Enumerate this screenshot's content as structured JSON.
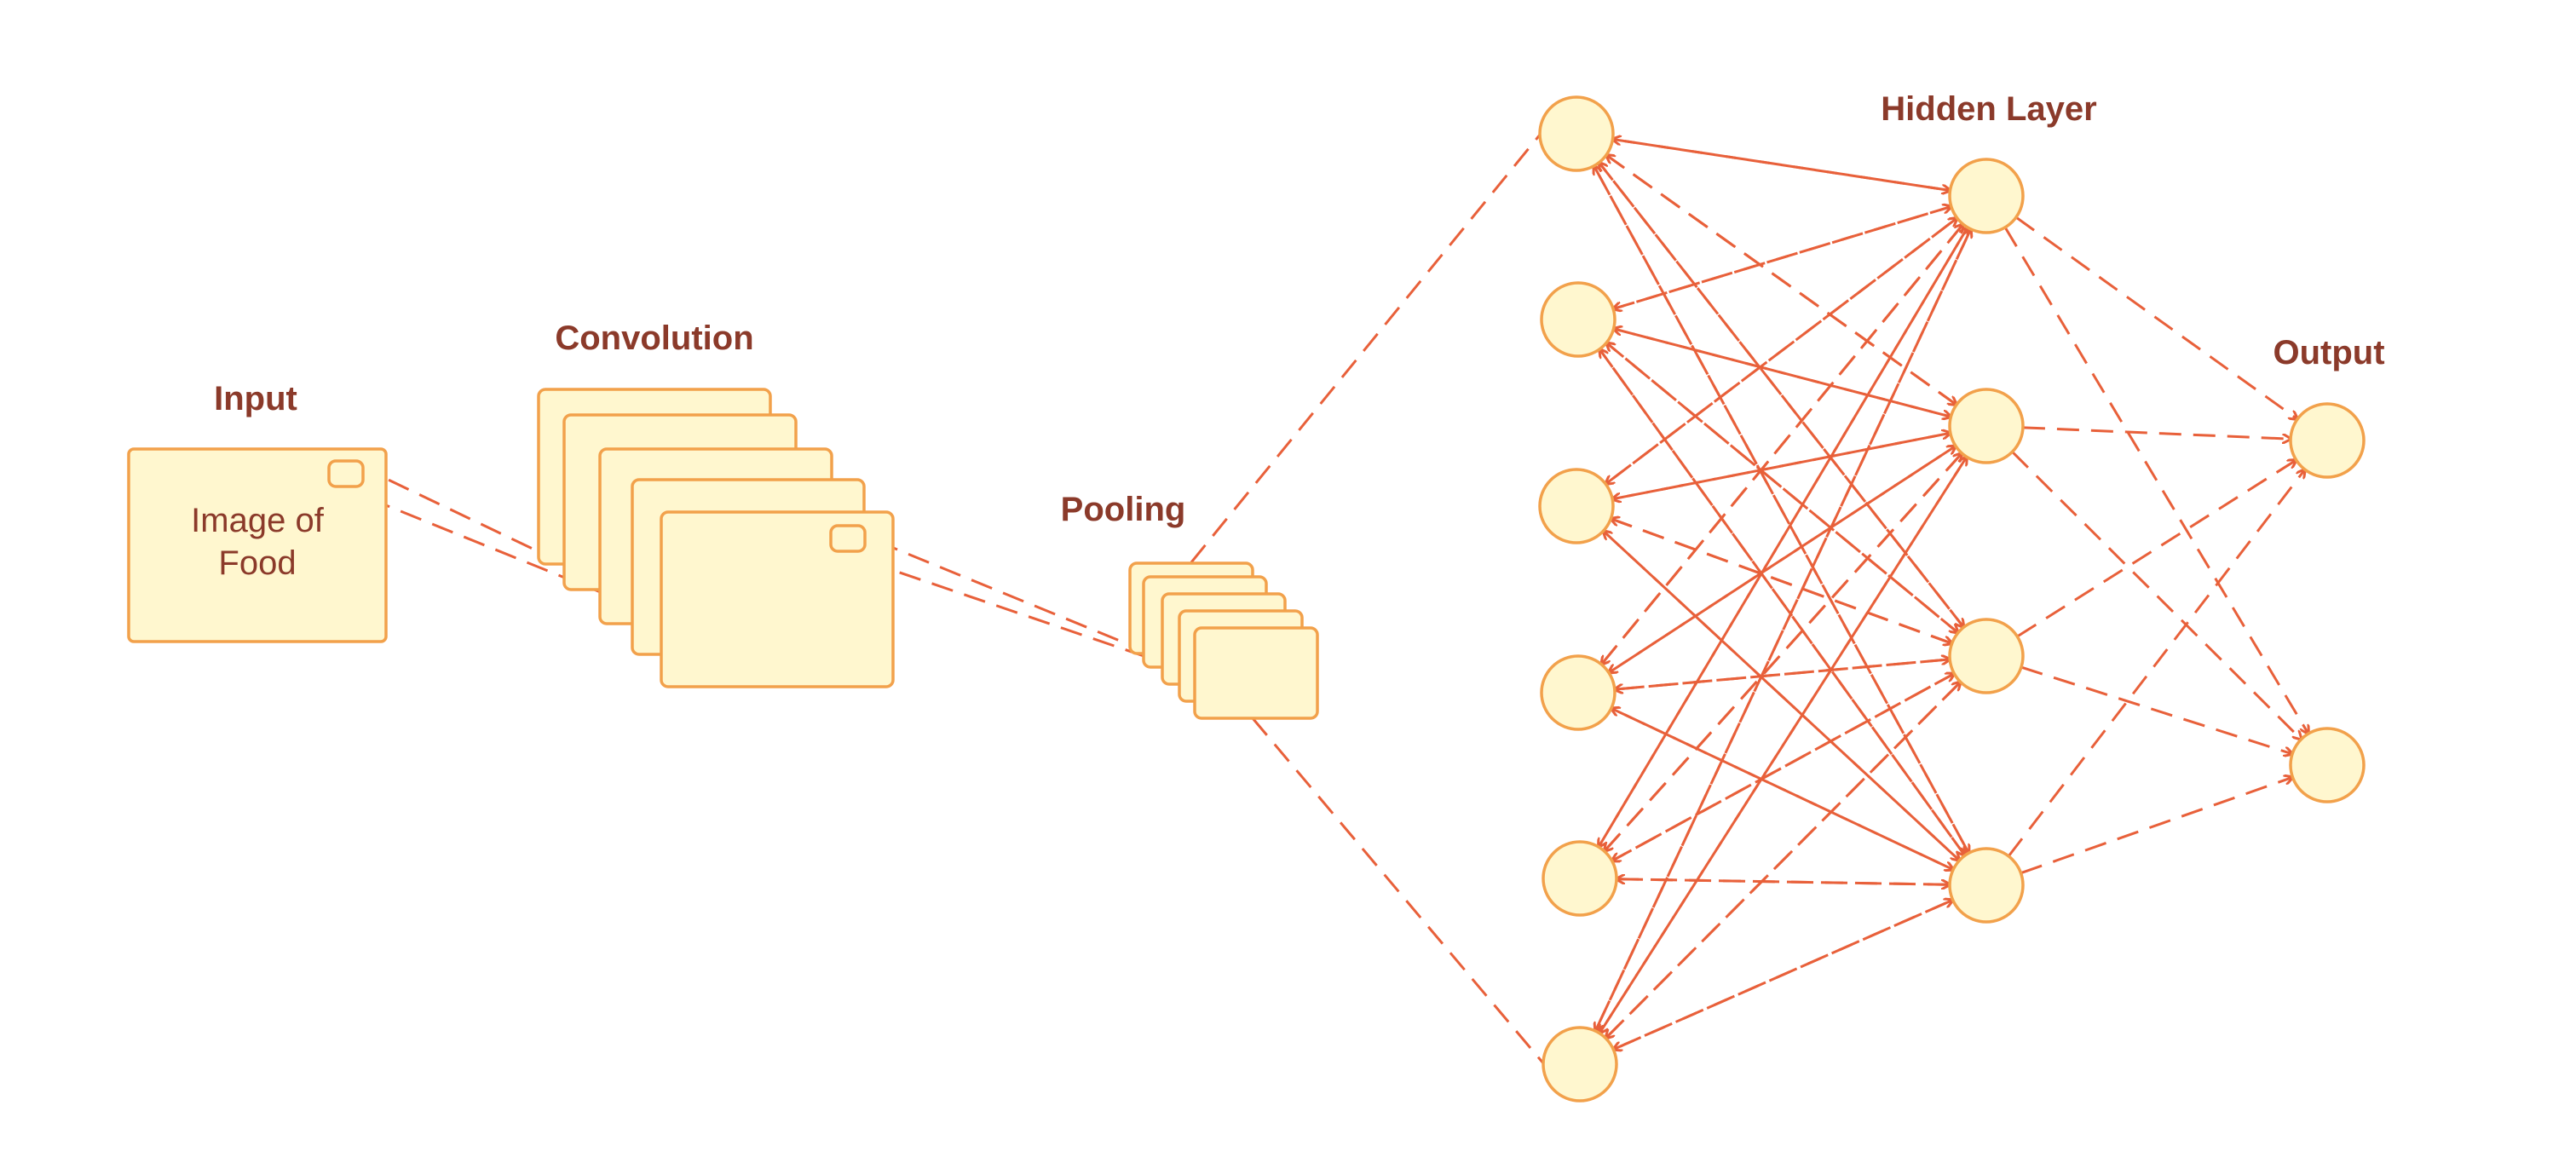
{
  "labels": {
    "input": "Input",
    "input_line1": "Image of",
    "input_line2": "Food",
    "convolution": "Convolution",
    "pooling": "Pooling",
    "hidden": "Hidden Layer",
    "output": "Output"
  },
  "colors": {
    "fill": "#fff7cf",
    "stroke": "#f2a14b",
    "edge": "#e8603a",
    "text": "#8b3a2a"
  }
}
